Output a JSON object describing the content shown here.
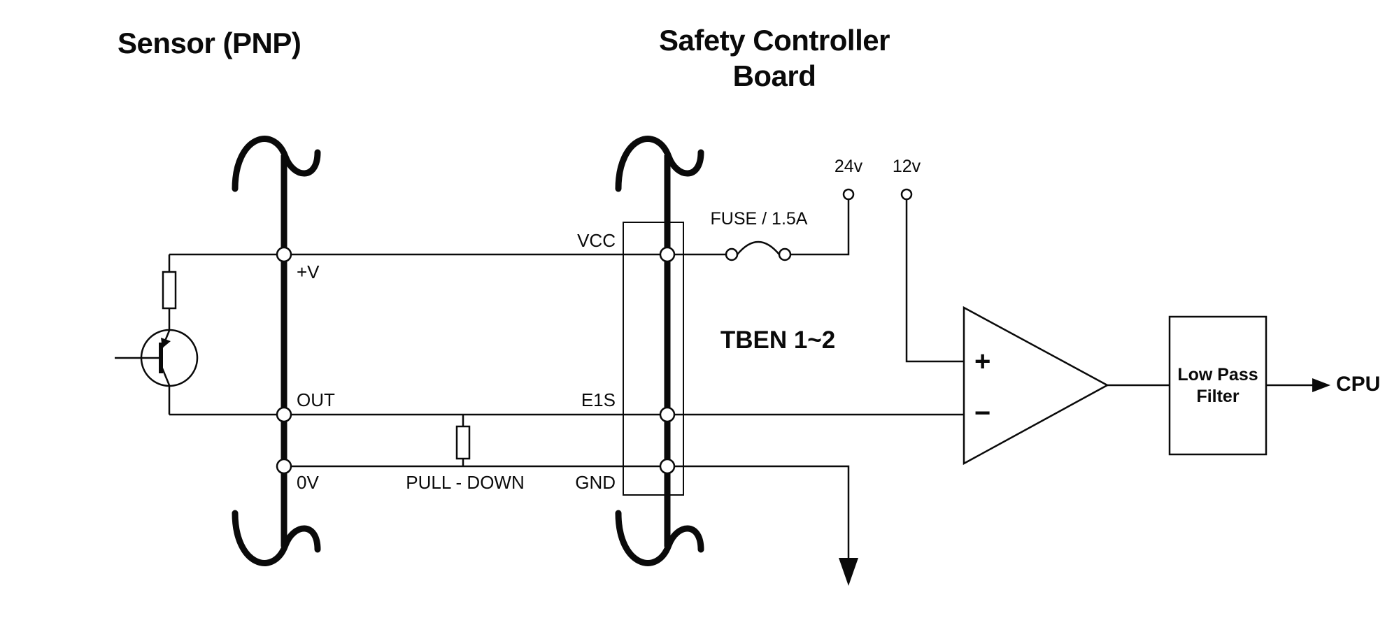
{
  "diagram": {
    "left_title": "Sensor (PNP)",
    "right_title": {
      "line1": "Safety Controller",
      "line2": "Board"
    },
    "sensor": {
      "plus_v": "+V",
      "out": "OUT",
      "zero_v": "0V"
    },
    "controller": {
      "vcc": "VCC",
      "e1s": "E1S",
      "gnd": "GND",
      "name": "TBEN 1~2"
    },
    "pull_down": "PULL - DOWN",
    "fuse": "FUSE / 1.5A",
    "rail_24v": "24v",
    "rail_12v": "12v",
    "comparator": {
      "plus": "+",
      "minus": "−"
    },
    "low_pass": {
      "line1": "Low Pass",
      "line2": "Filter"
    },
    "cpu": "CPU",
    "colors": {
      "line": "#0a0a0a",
      "background": "#ffffff"
    }
  }
}
